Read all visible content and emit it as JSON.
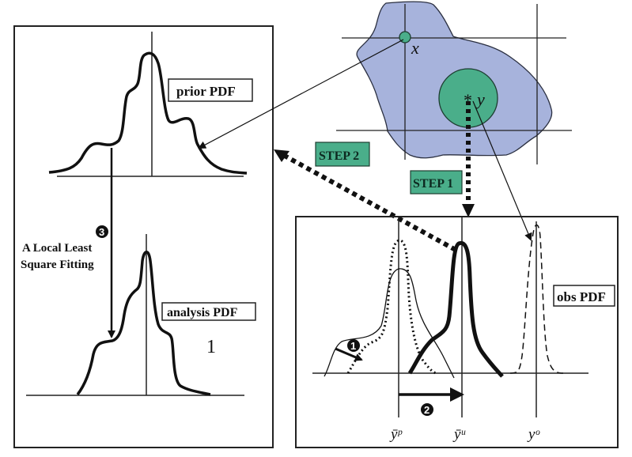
{
  "colors": {
    "blob_fill": "#a7b3dc",
    "blob_stroke": "#2a2f40",
    "station_fill": "#4aae8a",
    "step_fill": "#4aae8a",
    "ink": "#111111"
  },
  "left_panel": {
    "prior_label": "prior PDF",
    "analysis_label": "analysis PDF",
    "analysis_number": "1",
    "step3_marker": "3",
    "fitting_line1": "A Local Least",
    "fitting_line2": "Square Fitting"
  },
  "map": {
    "grid_point_label": "x",
    "obs_label": "y",
    "obs_marker": "*"
  },
  "steps": {
    "step1": "STEP 1",
    "step2": "STEP 2"
  },
  "right_panel": {
    "obs_label": "obs PDF",
    "marker1": "1",
    "marker2": "2",
    "axis_label_prior_mean": "ȳᵖ",
    "axis_label_shifted_mean": "ȳᵘ",
    "axis_label_obs": "yᵒ"
  }
}
